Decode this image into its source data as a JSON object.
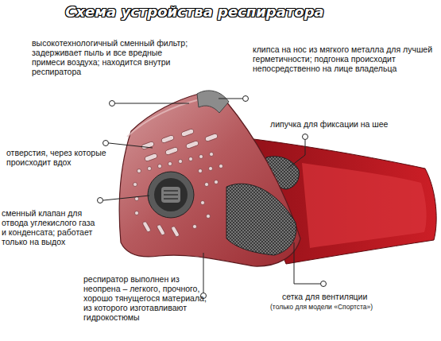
{
  "diagram": {
    "title": "Схема устройства респиратора",
    "labels": [
      "высокотехнологичный сменный фильтр; задерживает пыль и все вредные примеси воздуха; находится внутри респиратора",
      "клипса на нос из мягкого металла для лучшей герметичности; подгонка происходит непосредственно на лице владельца",
      "липучка для фиксации на шее",
      "отверстия, через которые происходит вдох",
      "сменный клапан для отвода углекислого газа и конденсата; работает только на выдох",
      "респиратор выполнен из неопрена – легкого, прочного, хорошо тянущегося материала, из которого изготавливают гидрокостюмы",
      "сетка для вентиляции",
      "(только для модели «Спортста»)"
    ]
  }
}
